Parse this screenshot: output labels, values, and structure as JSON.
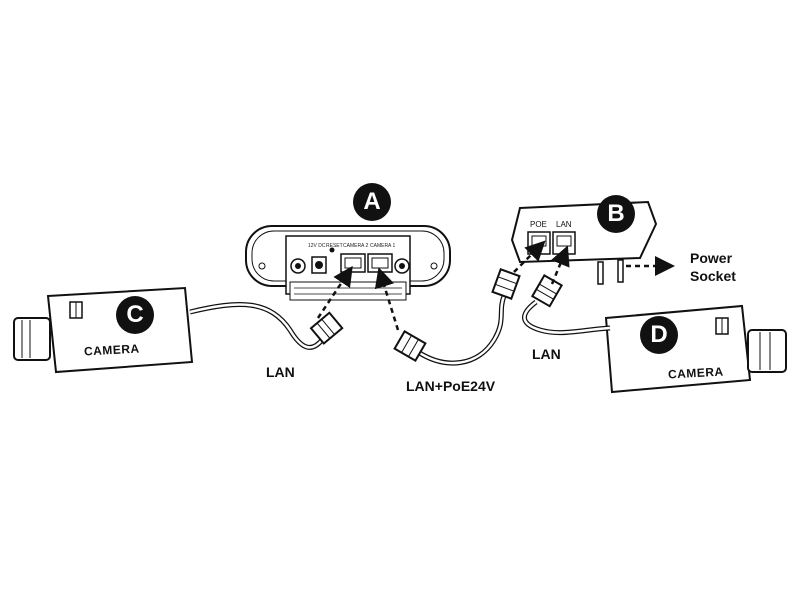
{
  "badges": {
    "a": "A",
    "b": "B",
    "c": "C",
    "d": "D"
  },
  "labels": {
    "lan_left": "LAN",
    "lan_poe": "LAN+PoE24V",
    "lan_right": "LAN",
    "power_socket_line1": "Power",
    "power_socket_line2": "Socket"
  },
  "cameras": {
    "left_label": "CAMERA",
    "right_label": "CAMERA"
  },
  "injector": {
    "poe_port": "POE",
    "lan_port": "LAN"
  },
  "device_a": {
    "power_label": "12V DC",
    "reset_label": "RESET",
    "camera2_label": "CAMERA 2",
    "camera1_label": "CAMERA 1"
  }
}
